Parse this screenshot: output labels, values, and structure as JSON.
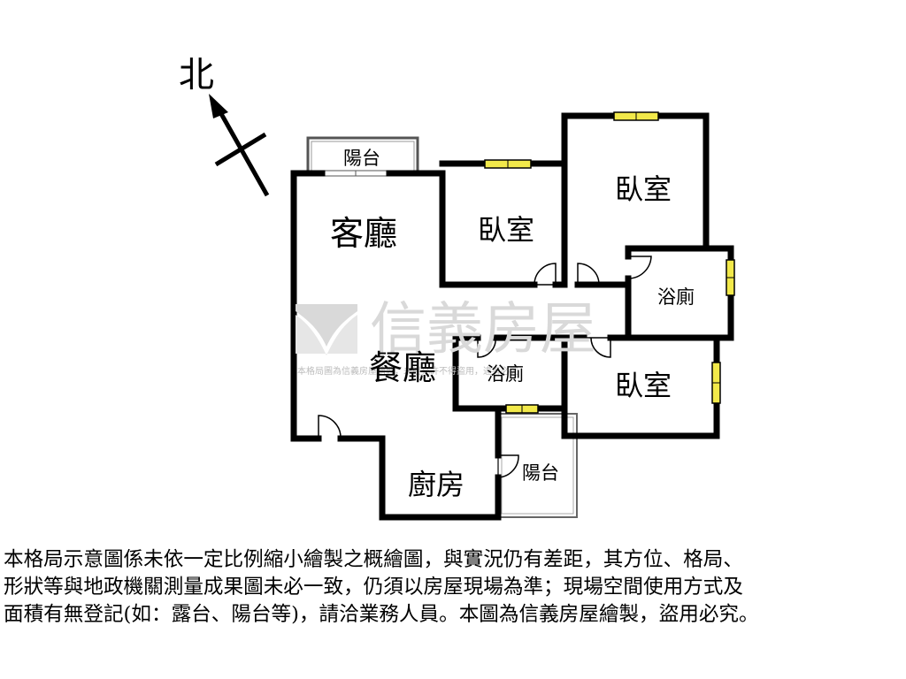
{
  "compass": {
    "label": "北",
    "icon": "north-arrow-icon"
  },
  "rooms": {
    "living_room": "客廳",
    "dining_room": "餐廳",
    "kitchen": "廚房",
    "bedroom_middle": "臥室",
    "bedroom_top_right": "臥室",
    "bedroom_bottom_right": "臥室",
    "bathroom_right": "浴廁",
    "bathroom_center": "浴廁",
    "balcony_top": "陽台",
    "balcony_bottom": "陽台"
  },
  "watermark": {
    "brand": "信義房屋",
    "small_text": "本格局圖為信義房屋繪製，未經允許不得盜用，違者必究"
  },
  "disclaimer": "本格局示意圖係未依一定比例縮小繪製之概繪圖，與實況仍有差距，其方位、格局、\n形狀等與地政機關測量成果圖未必一致，仍須以房屋現場為準；現場空間使用方式及\n面積有無登記(如：露台、陽台等)，請洽業務人員。本圖為信義房屋繪製，盜用必究。",
  "colors": {
    "wall": "#000000",
    "window": "#f2e94a",
    "watermark": "#d9d9d9"
  }
}
